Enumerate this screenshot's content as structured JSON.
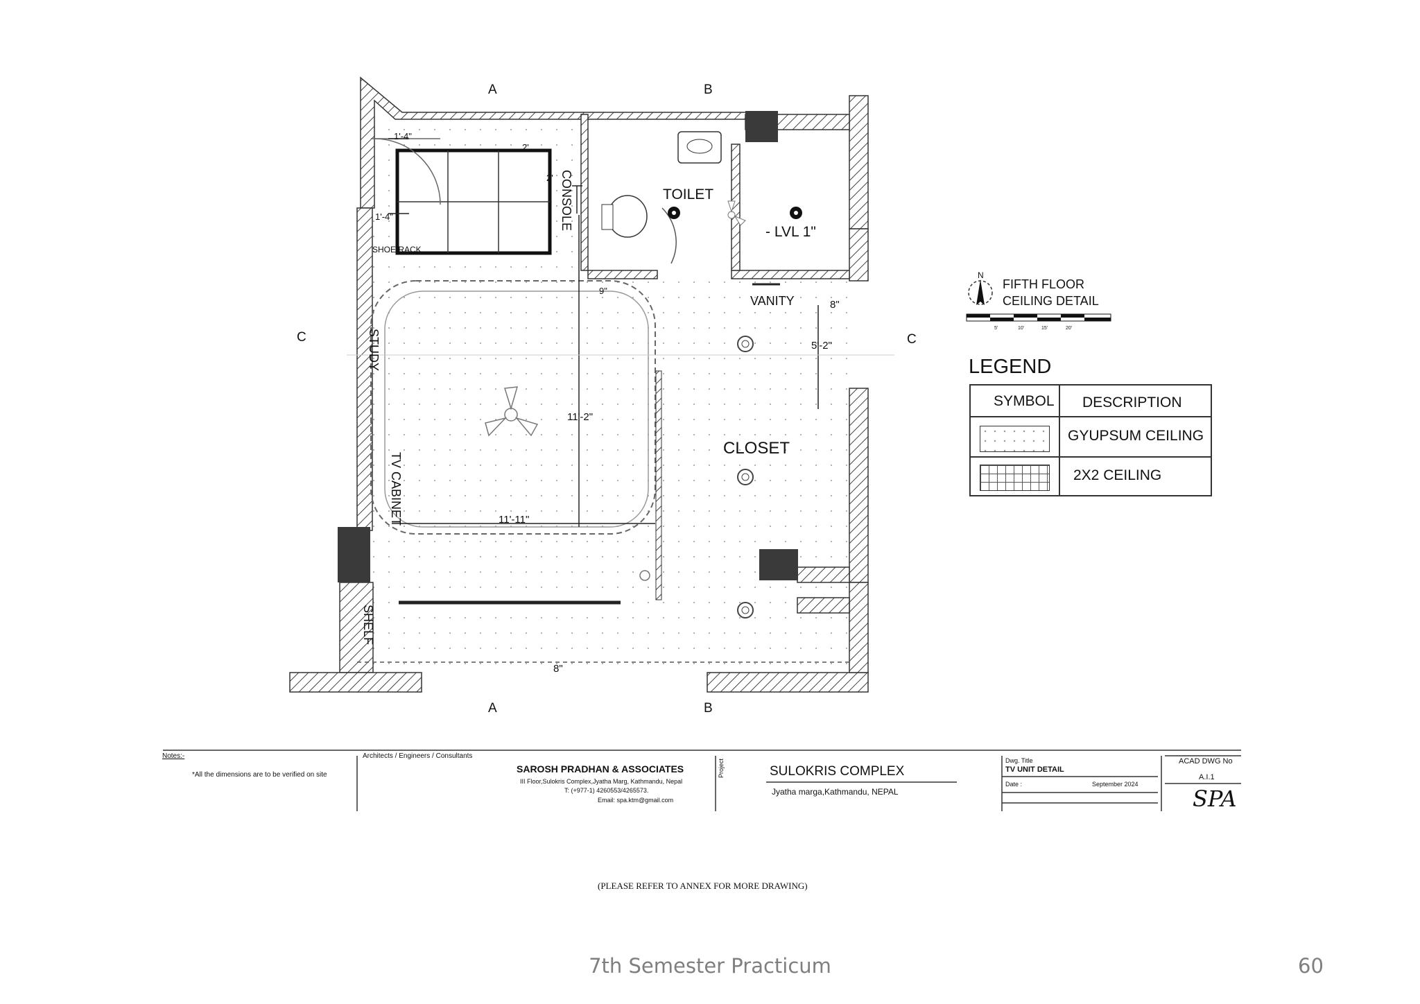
{
  "grid": {
    "a_top": "A",
    "b_top": "B",
    "a_bottom": "A",
    "b_bottom": "B",
    "c_left": "C",
    "c_right": "C"
  },
  "rooms": {
    "toilet": "TOILET",
    "level": "- LVL 1\"",
    "vanity": "VANITY",
    "closet": "CLOSET",
    "study": "STUDY",
    "tv_cabinet": "TV CABINET",
    "console": "CONSOLE",
    "shoe_rack": "SHOE RACK",
    "shelf": "SHELF"
  },
  "dimensions": {
    "d1": "1'-4\"",
    "d2": "2'",
    "d3": "2'",
    "d4": "1'-4\"",
    "d5": "9\"",
    "d6": "8\"",
    "d7": "5'-2\"",
    "d8": "11'-2\"",
    "d9": "11'-11\"",
    "d10": "8\""
  },
  "north": {
    "letter": "N",
    "title_line1": "FIFTH FLOOR",
    "title_line2": "CEILING DETAIL",
    "scale": [
      "5'",
      "10'",
      "15'",
      "20'"
    ]
  },
  "legend": {
    "title": "LEGEND",
    "col_symbol": "SYMBOL",
    "col_description": "DESCRIPTION",
    "rows": [
      {
        "description": "GYUPSUM CEILING",
        "symbol": "dotted"
      },
      {
        "description": "2X2 CEILING",
        "symbol": "grid"
      }
    ]
  },
  "title_block": {
    "notes_label": "Notes:-",
    "notes_text": "*All the dimensions are to be verified on site",
    "firm_header": "Architects  /  Engineers  /  Consultants",
    "firm_name": "SAROSH  PRADHAN & ASSOCIATES",
    "firm_address": "III Floor,Sulokris Complex,Jyatha Marg, Kathmandu, Nepal",
    "firm_phone": "T:          (+977-1) 4260553/4265573.",
    "firm_email": "Email: spa.ktm@gmail.com",
    "project_label": "Project",
    "project_name": "SULOKRIS COMPLEX",
    "project_address": "Jyatha marga,Kathmandu, NEPAL",
    "dwg_title_label": "Dwg. Title",
    "dwg_title": "TV UNIT  DETAIL",
    "date_label": "Date :",
    "date_value": "September 2024",
    "dwg_no_label": "ACAD  DWG  No",
    "dwg_no": "A.I.1",
    "logo_text": "SPA"
  },
  "annex_note": "(PLEASE REFER TO ANNEX FOR MORE DRAWING)",
  "footer": {
    "course": "7th Semester Practicum",
    "page": "60"
  },
  "colors": {
    "line": "#222222",
    "hatch": "#555555",
    "column_fill": "#3a3a3a",
    "footer_text": "#7f7f7f"
  }
}
